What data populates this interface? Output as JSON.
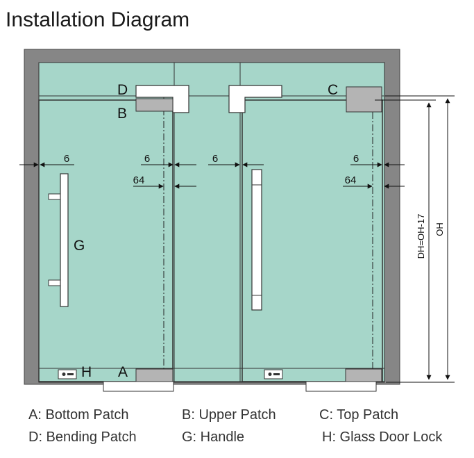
{
  "title": "Installation Diagram",
  "colors": {
    "frame": "#868686",
    "glass": "#a6d6c9",
    "patch": "#b4b4b4",
    "line": "#222222",
    "background": "#ffffff"
  },
  "labels": {
    "a": "A",
    "b": "B",
    "c": "C",
    "d": "D",
    "g": "G",
    "h": "H"
  },
  "dimensions": {
    "gap_left_door_left": "6",
    "gap_left_door_right": "6",
    "gap_center": "6",
    "gap_right_door": "6",
    "pivot_left": "64",
    "pivot_right": "64",
    "door_height": "DH=OH-17",
    "opening_height": "OH"
  },
  "legend": [
    {
      "key": "a",
      "text": "A: Bottom Patch"
    },
    {
      "key": "b",
      "text": "B: Upper Patch"
    },
    {
      "key": "c",
      "text": "C: Top Patch"
    },
    {
      "key": "d",
      "text": "D: Bending Patch"
    },
    {
      "key": "g",
      "text": "G: Handle"
    },
    {
      "key": "h",
      "text": "H: Glass Door Lock"
    }
  ]
}
